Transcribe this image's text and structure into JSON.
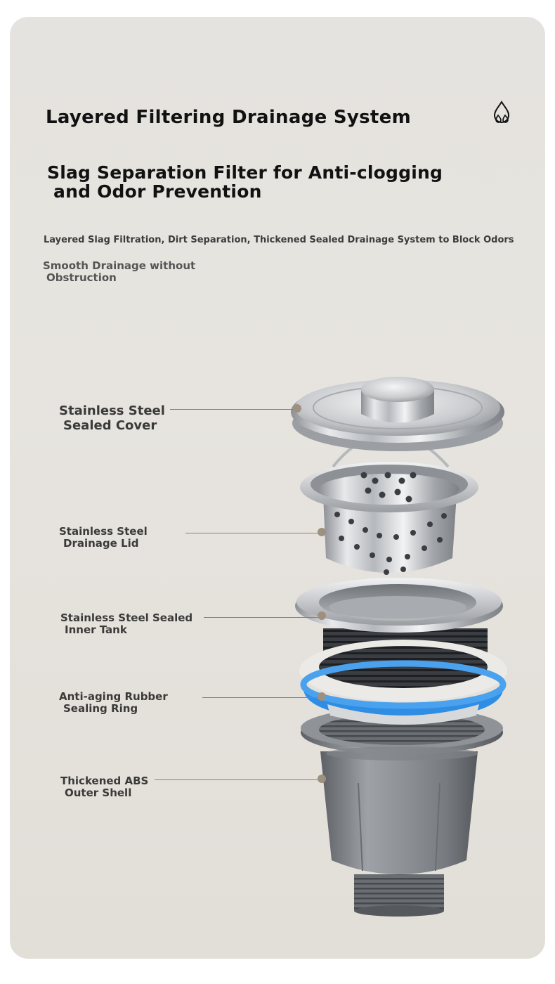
{
  "title": "Layered Filtering Drainage System",
  "subtitle": {
    "line1": "Slag Separation Filter for Anti-clogging",
    "line2": "and Odor Prevention"
  },
  "description": "Layered Slag Filtration, Dirt Separation, Thickened Sealed Drainage System to Block Odors",
  "feature": {
    "line1": "Smooth Drainage without",
    "line2": "Obstruction"
  },
  "icons": {
    "top_right": "water-drops-icon"
  },
  "colors": {
    "card_background": "#e5e3df",
    "text_dark": "#111111",
    "label_text": "#3a3a3a",
    "leader_line": "#8a8275",
    "sealing_ring": "#2f8de4"
  },
  "parts": [
    {
      "line1": "Stainless Steel",
      "line2": "Sealed Cover"
    },
    {
      "line1": "Stainless Steel",
      "line2": "Drainage Lid"
    },
    {
      "line1": "Stainless Steel Sealed",
      "line2": "Inner Tank"
    },
    {
      "line1": "Anti-aging Rubber",
      "line2": "Sealing Ring"
    },
    {
      "line1": "Thickened ABS",
      "line2": "Outer Shell"
    }
  ]
}
